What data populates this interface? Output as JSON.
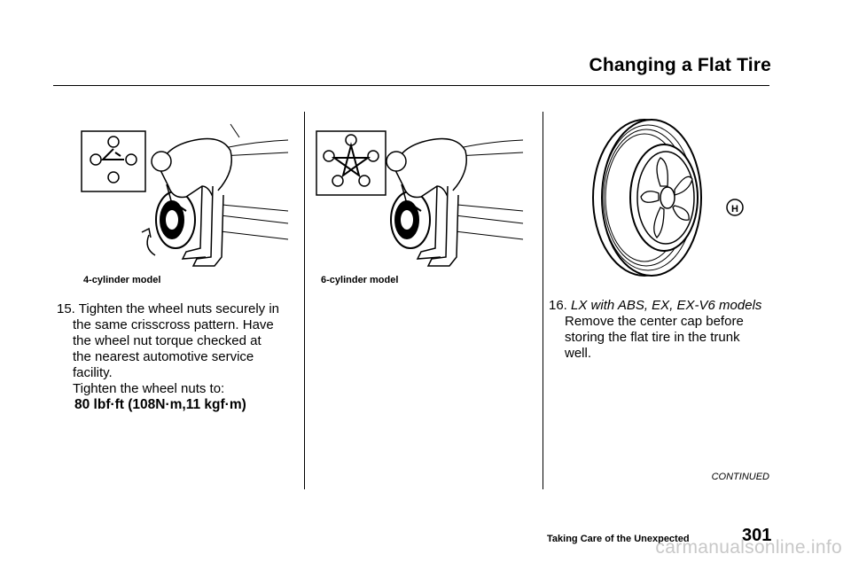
{
  "header": {
    "title": "Changing a Flat Tire"
  },
  "figures": {
    "left_caption": "4-cylinder model",
    "middle_caption": "6-cylinder model"
  },
  "step15": {
    "number": "15.",
    "line1": "Tighten the wheel nuts securely in",
    "line2": "the same crisscross pattern. Have",
    "line3": "the wheel nut torque checked at",
    "line4": "the nearest automotive service",
    "line5": "facility.",
    "line6": "Tighten the wheel nuts to:",
    "torque": "80 lbf·ft (108N·m,11 kgf·m)"
  },
  "step16": {
    "number": "16.",
    "models": "LX with ABS, EX, EX-V6 models",
    "line1": "Remove the center cap before",
    "line2": "storing the flat tire in the trunk",
    "line3": "well."
  },
  "footer": {
    "continued": "CONTINUED",
    "section": "Taking Care of the Unexpected",
    "page": "301"
  },
  "watermark": "carmanualsonline.info"
}
